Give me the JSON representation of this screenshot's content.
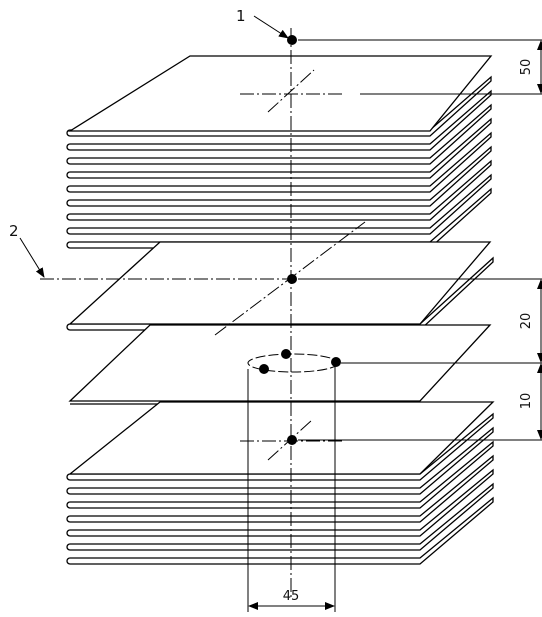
{
  "callouts": {
    "one": "1",
    "two": "2"
  },
  "dimensions": {
    "top_spacing": "50",
    "mid_spacing": "20",
    "low_spacing": "10",
    "width": "45"
  }
}
